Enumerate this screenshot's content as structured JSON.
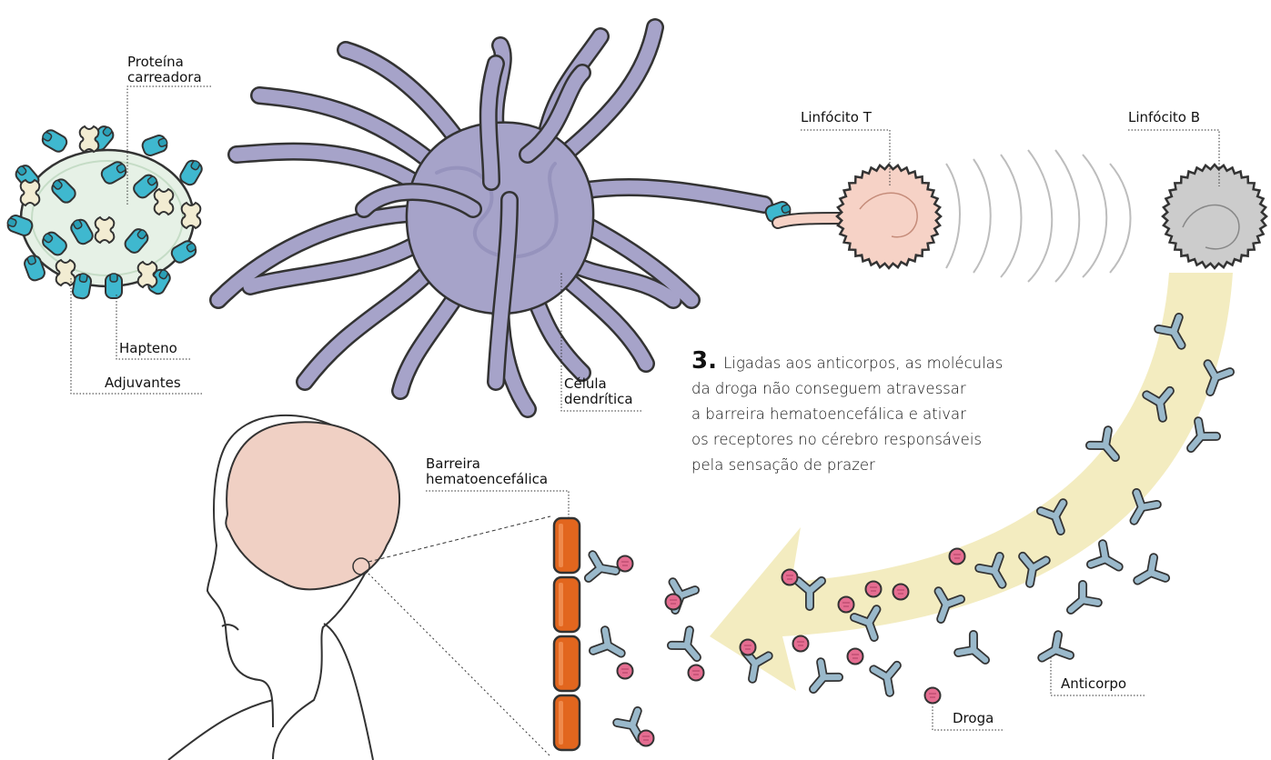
{
  "labels": {
    "carrier_protein": [
      "Proteína",
      "carreadora"
    ],
    "hapten": "Hapteno",
    "adjuvants": "Adjuvantes",
    "dendritic_cell": [
      "Célula",
      "dendrítica"
    ],
    "t_lymphocyte": "Linfócito T",
    "b_lymphocyte": "Linfócito B",
    "blood_brain_barrier": [
      "Barreira",
      "hematoencefálica"
    ],
    "antibody": "Anticorpo",
    "drug": "Droga"
  },
  "step3": {
    "number": "3.",
    "text": "Ligadas aos anticorpos, as moléculas da droga não conseguem atravessar a barreira hematoencefálica e ativar os receptores no cérebro responsáveis pela sensação de prazer",
    "lines": [
      "Ligadas aos anticorpos, as moléculas",
      "da droga não conseguem atravessar",
      "a barreira hematoencefálica e ativar",
      "os receptores no cérebro responsáveis",
      "pela sensação de prazer"
    ]
  },
  "colors": {
    "dendritic_cell": "#a6a3c9",
    "hapten": "#3fb8cf",
    "adjuvant": "#f2ecd2",
    "vaccine_body": "#e6f1e6",
    "t_cell": "#f6d2c6",
    "b_cell": "#cccccc",
    "antibody": "#9ab9cb",
    "drug": "#e56d91",
    "antibody_stream": "#f3ecc0",
    "barrier": "#e2661e",
    "brain": "#f0d0c4"
  }
}
